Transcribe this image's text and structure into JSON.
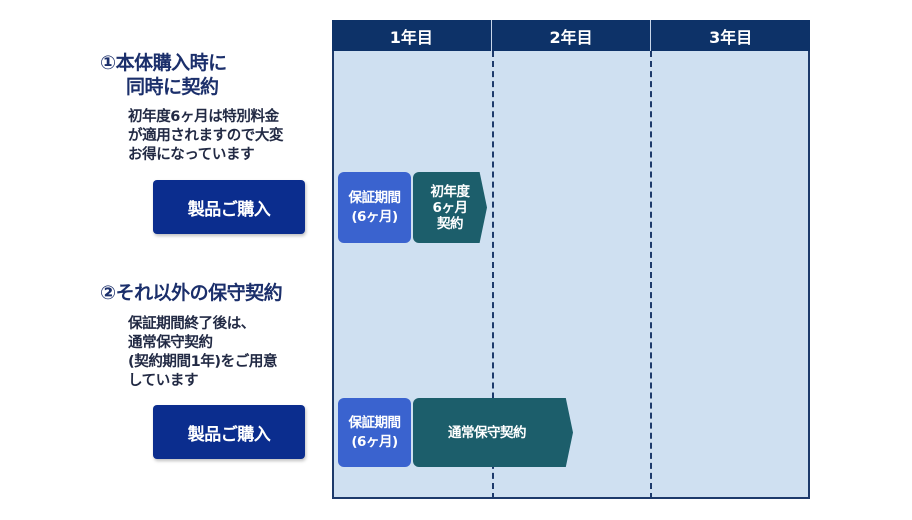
{
  "section1": {
    "heading_line1": "①本体購入時に",
    "heading_line2": "同時に契約",
    "description": "初年度6ヶ月は特別料金\nが適用されますので大変\nお得になっています",
    "button_label": "製品ご購入"
  },
  "section2": {
    "heading": "②それ以外の保守契約",
    "description": "保証期間終了後は、\n通常保守契約\n(契約期間1年)をご用意\nしています",
    "button_label": "製品ご購入"
  },
  "timeline": {
    "years": [
      "1年目",
      "2年目",
      "3年目"
    ],
    "colors": {
      "header": "#0d3268",
      "background": "#cfe0f1",
      "warranty": "#3a63cf",
      "contract": "#1c5e6b",
      "button": "#0b2d8e"
    },
    "row1": {
      "warranty_label": "保証期間\n(6ヶ月)",
      "contract_label": "初年度\n6ヶ月\n契約"
    },
    "row2": {
      "warranty_label": "保証期間\n(6ヶ月)",
      "contract_label": "通常保守契約"
    }
  }
}
